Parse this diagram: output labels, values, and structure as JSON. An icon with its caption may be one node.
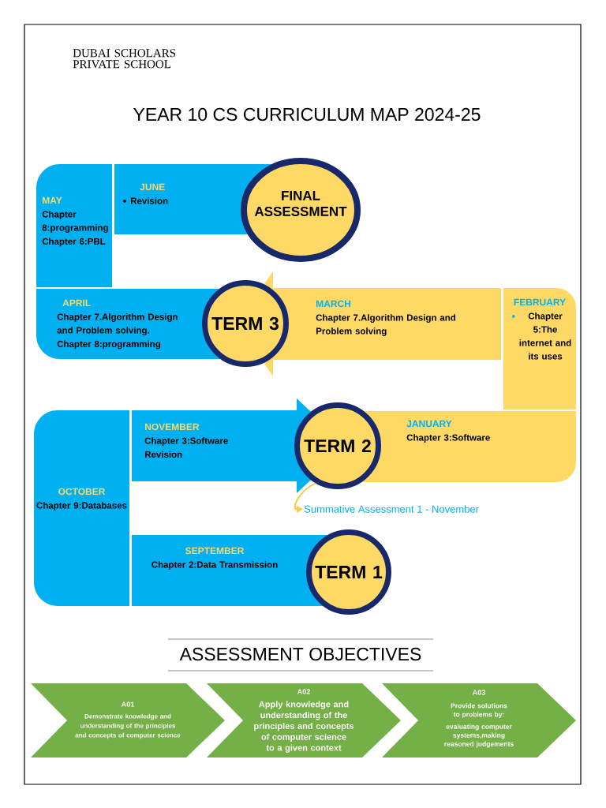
{
  "diagram": {
    "title": "YEAR 10 CS CURRICULUM MAP 2024-25",
    "nodes": [
      {
        "text": [
          "MAY",
          "Chapter 8:programming",
          "Chapter 6:PBL"
        ]
      },
      {
        "text": [
          "JUNE",
          "Revision"
        ]
      },
      {
        "text": [
          "FINAL ASSESSMENT"
        ]
      },
      {
        "text": [
          "APRIL",
          "Chapter 7.Algorithm Design and Problem solving.",
          "Chapter 8:programming"
        ]
      },
      {
        "text": [
          "TERM 3"
        ]
      },
      {
        "text": [
          "MARCH",
          "Chapter 7.Algorithm Design and Problem solving"
        ]
      },
      {
        "text": [
          "FEBRUARY",
          "Chapter 5:The internet and its uses"
        ]
      },
      {
        "text": [
          "OCTOBER",
          "Chapter 9:Databases"
        ]
      },
      {
        "text": [
          "NOVEMBER",
          "Chapter 3:Software",
          "Revision"
        ]
      },
      {
        "text": [
          "TERM 2"
        ]
      },
      {
        "text": [
          "JANUARY",
          "Chapter 3:Software"
        ]
      },
      {
        "text": [
          "Summative Assessment 1 - November"
        ]
      },
      {
        "text": [
          "SEPTEMBER",
          "Chapter 2:Data Transmission"
        ]
      },
      {
        "text": [
          "TERM 1"
        ]
      },
      {
        "text": [
          "A01",
          "Demonstrate knowledge and understanding of the principles and concepts of computer science"
        ]
      },
      {
        "text": [
          "A02",
          "Apply knowledge and understanding of the principles and concepts of computer science to a given context"
        ]
      },
      {
        "text": [
          "A03",
          "Provide solutions to problems by:",
          "evaluating computer systems,making reasoned judgements"
        ]
      }
    ],
    "edges": [
      {
        "from": 9,
        "to": 11,
        "arrow": "to"
      }
    ],
    "labels": [
      "DUBAI SCHOLARS PRIVATE SCHOOL",
      "ASSESSMENT OBJECTIVES"
    ]
  }
}
